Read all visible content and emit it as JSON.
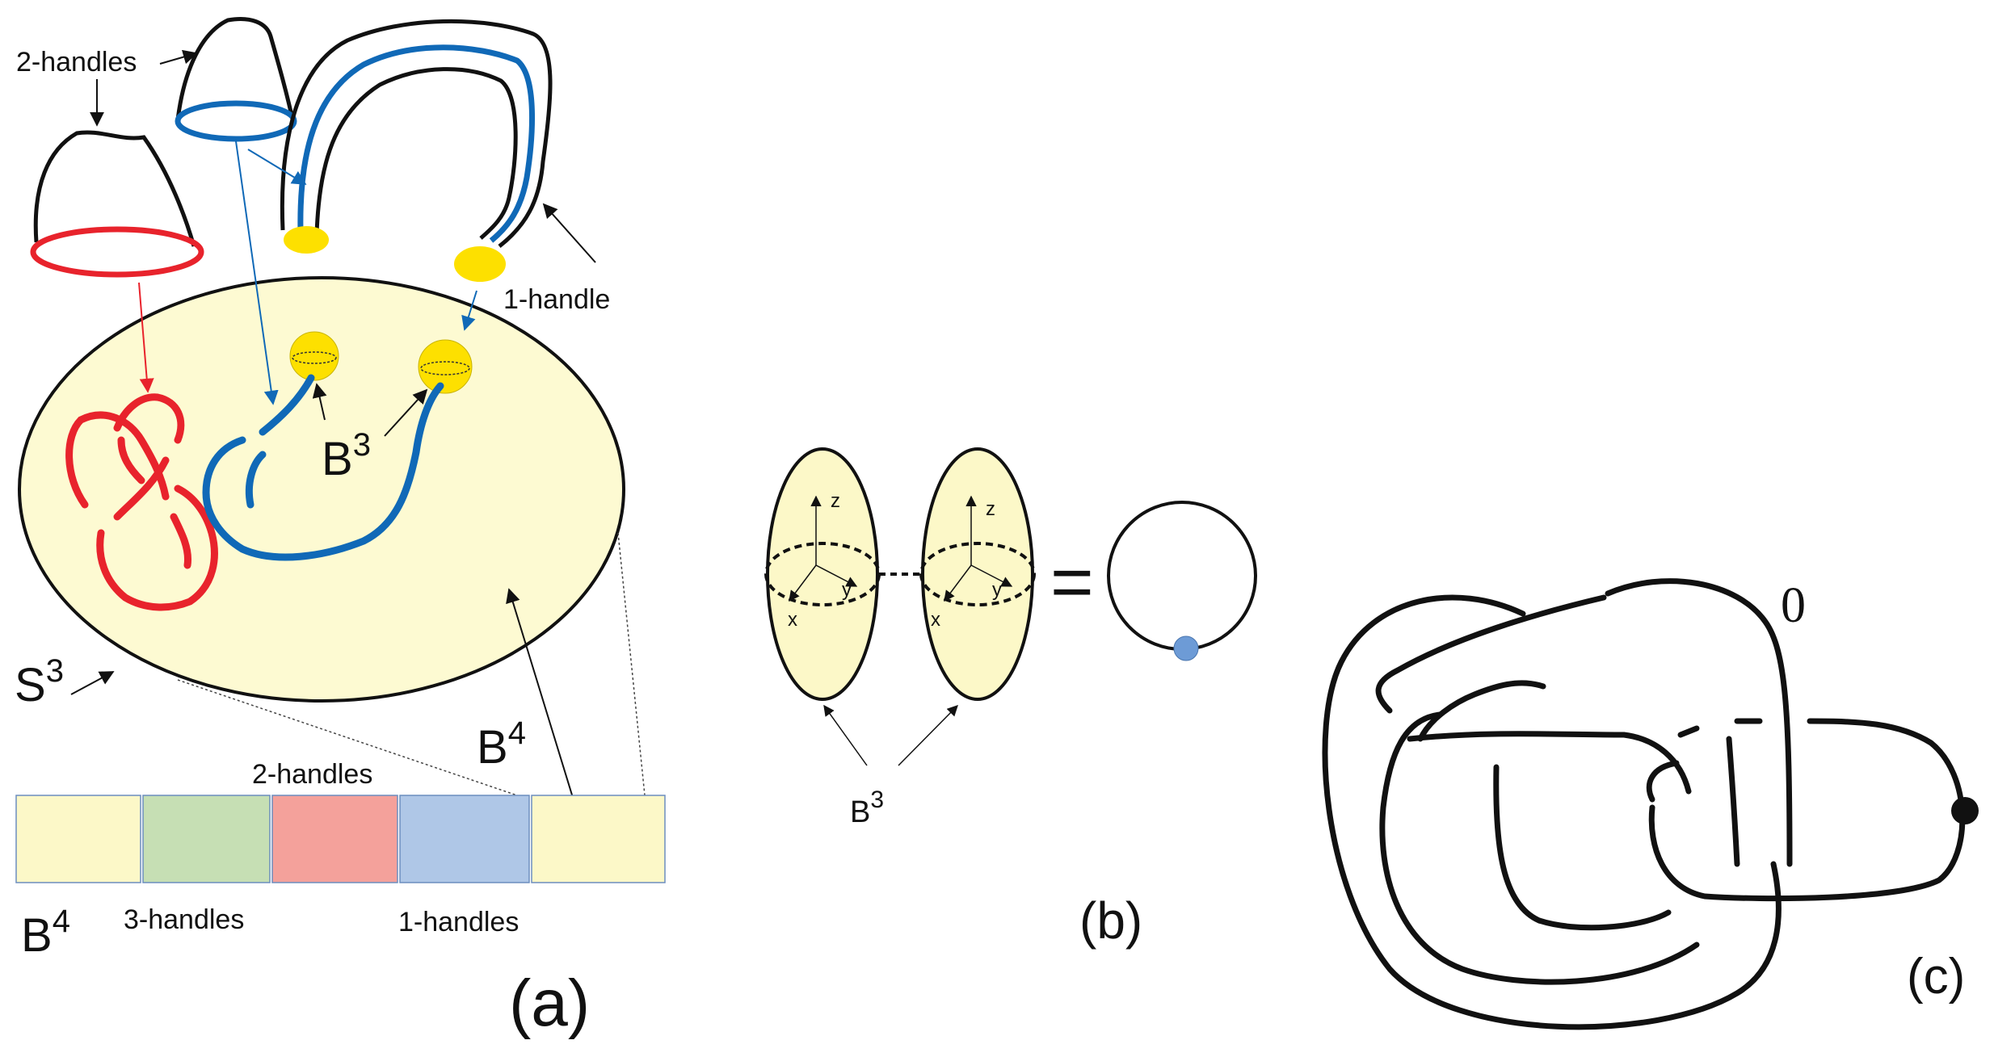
{
  "panel_a": {
    "label": "(a)",
    "two_handles_top": "2-handles",
    "one_handle": "1-handle",
    "b3": {
      "base": "B",
      "sup": "3"
    },
    "s3": {
      "base": "S",
      "sup": "3"
    },
    "b4_inner": {
      "base": "B",
      "sup": "4"
    },
    "b4_bottom": {
      "base": "B",
      "sup": "4"
    },
    "bar_two_handles": "2-handles",
    "bar_three_handles": "3-handles",
    "bar_one_handles": "1-handles",
    "bar_segments": [
      {
        "name": "B4 (left)",
        "color": "#fcf8c8"
      },
      {
        "name": "3-handles",
        "color": "#c6dfb4"
      },
      {
        "name": "2-handles",
        "color": "#f4a19b"
      },
      {
        "name": "1-handles",
        "color": "#afc7e7"
      },
      {
        "name": "B4 (right)",
        "color": "#fcf8c8"
      }
    ],
    "colors": {
      "ball": "#fdfad2",
      "red_knot": "#e8232c",
      "blue_curve": "#1069b7",
      "foot": "#fde000"
    }
  },
  "panel_b": {
    "label": "(b)",
    "equals": "=",
    "b3": {
      "base": "B",
      "sup": "3"
    },
    "axes": {
      "z": "z",
      "y": "y",
      "x": "x"
    },
    "colors": {
      "ellipse": "#fcf8c8",
      "dot": "#6d9bd6"
    }
  },
  "panel_c": {
    "label": "(c)",
    "framing": "0"
  }
}
